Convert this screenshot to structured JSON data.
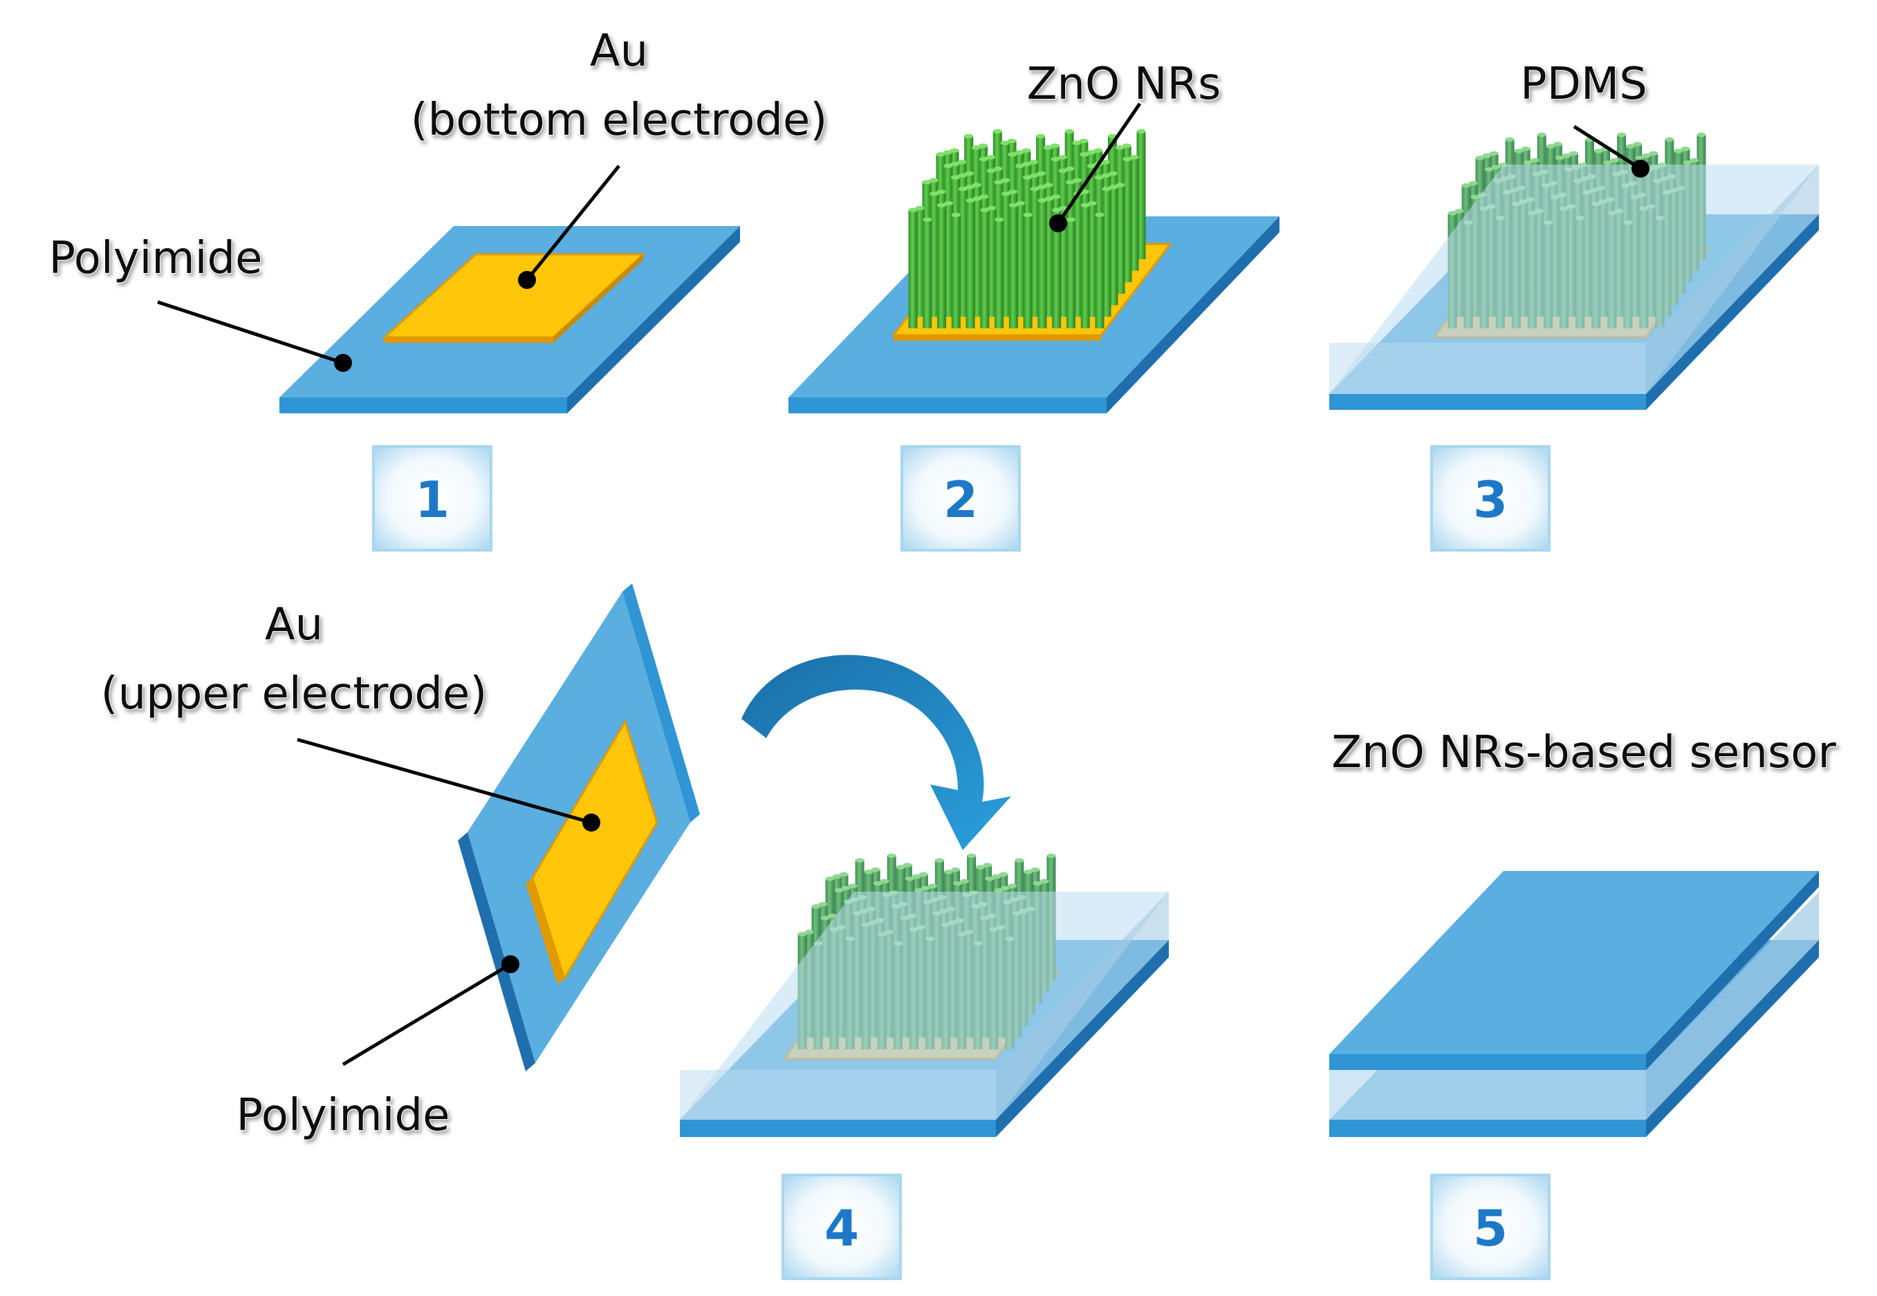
{
  "labels": {
    "au_bottom_line1": "Au",
    "au_bottom_line2": "(bottom electrode)",
    "polyimide_1": "Polyimide",
    "zno_nrs": "ZnO NRs",
    "pdms": "PDMS",
    "au_upper_line1": "Au",
    "au_upper_line2": "(upper electrode)",
    "polyimide_2": "Polyimide",
    "sensor_caption": "ZnO NRs-based sensor"
  },
  "steps": [
    "1",
    "2",
    "3",
    "4",
    "5"
  ],
  "colors": {
    "substrate_top": "#5aaee0",
    "substrate_front": "#2f95d4",
    "substrate_side": "#1f6fae",
    "gold": "#ffc60a",
    "gold_edge": "#e09a00",
    "nanorod": "#4fbf3f",
    "nanorod_dark": "#2f8f2a",
    "pdms": "#bcdcf0",
    "step_text": "#1e78c8",
    "arrow": "#1c87c4"
  }
}
